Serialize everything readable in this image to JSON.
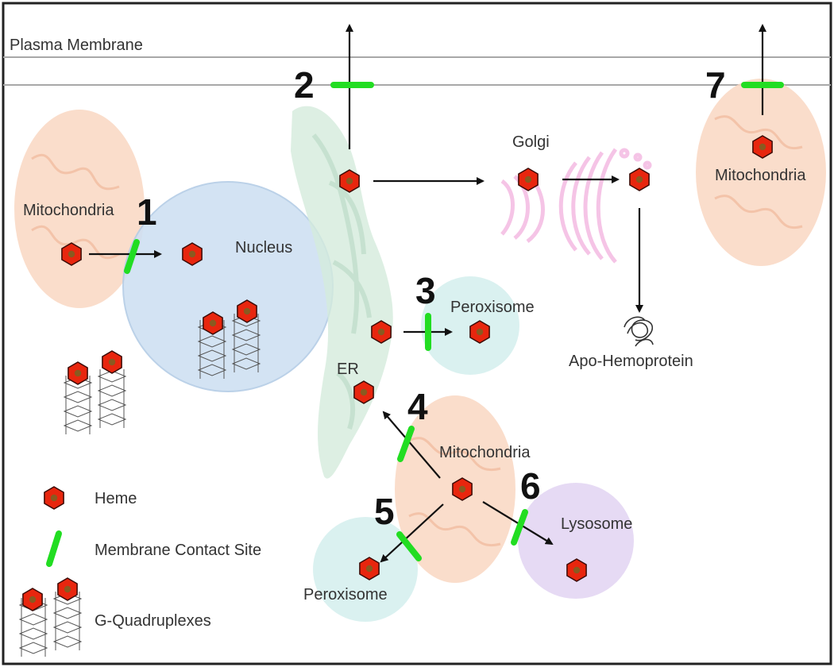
{
  "labels": {
    "plasma_membrane": "Plasma Membrane",
    "golgi": "Golgi",
    "nucleus": "Nucleus",
    "mito_left": "Mitochondria",
    "mito_right": "Mitochondria",
    "mito_center": "Mitochondria",
    "peroxisome_top": "Peroxisome",
    "peroxisome_bottom": "Peroxisome",
    "er": "ER",
    "lysosome": "Lysosome",
    "apo_hemoprotein": "Apo-Hemoprotein"
  },
  "route_numbers": [
    "1",
    "2",
    "3",
    "4",
    "5",
    "6",
    "7"
  ],
  "legend": {
    "heme": "Heme",
    "contact_site": "Membrane Contact Site",
    "g_quadruplexes": "G-Quadruplexes"
  },
  "colors": {
    "heme_fill": "#e8260e",
    "heme_center": "#8a5a20",
    "contact_site": "#22dd22",
    "mitochondria": "#f9d7c2",
    "nucleus": "#cfe0f2",
    "peroxisome": "#d6f0ee",
    "lysosome": "#e3d6f3",
    "er": "#d4ebdc",
    "golgi": "#f3b6e0"
  }
}
